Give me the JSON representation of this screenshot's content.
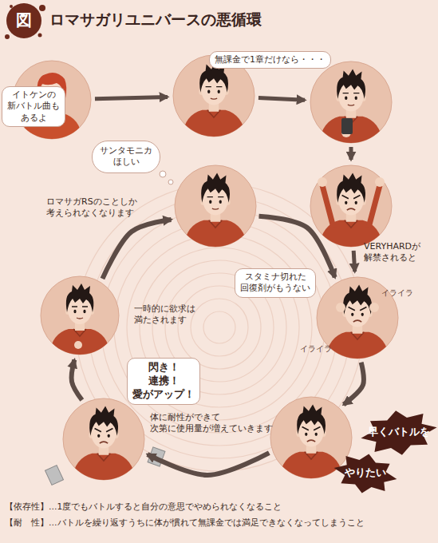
{
  "diagram": {
    "title": "ロマサガリユニバースの悪循環",
    "nodes": [
      {
        "text": [
          "イトケンの 新バトル曲も あるよ"
        ]
      },
      {
        "text": [
          "無課金で1章だけなら・・・"
        ]
      },
      {
        "text": []
      },
      {
        "text": [
          "サンタモニカ ほしい",
          "ロマサガRSのことしか 考えられなくなります"
        ]
      },
      {
        "text": [
          "VERYHARDが 解禁されると"
        ]
      },
      {
        "text": [
          "スタミナ切れた 回復剤がもうない"
        ]
      },
      {
        "text": [
          "一時的に欲求は 満たされます"
        ]
      },
      {
        "text": [
          "閃き！ 連携！ 愛がアップ！"
        ]
      },
      {
        "text": [
          "早くバトルを",
          "やりたい"
        ]
      }
    ],
    "edges": [
      {
        "from": 0,
        "to": 1,
        "arrow": "to"
      },
      {
        "from": 1,
        "to": 2,
        "arrow": "to"
      },
      {
        "from": 2,
        "to": 4,
        "arrow": "to"
      },
      {
        "from": 4,
        "to": 5,
        "arrow": "to"
      },
      {
        "from": 3,
        "to": 5,
        "arrow": "to"
      },
      {
        "from": 5,
        "to": 8,
        "arrow": "to"
      },
      {
        "from": 8,
        "to": 7,
        "label": "体に耐性ができて 次第に使用量が増えていきます",
        "arrow": "to"
      },
      {
        "from": 7,
        "to": 6,
        "arrow": "to"
      },
      {
        "from": 6,
        "to": 3,
        "arrow": "to"
      }
    ],
    "labels": [
      "図",
      "イライラ",
      "イライラ",
      "【依存性】…1度でもバトルすると自分の意思でやめられなくなること",
      "【耐　性】…バトルを繰り返すうちに体が慣れて無課金では満足できなくなってしまうこと"
    ]
  }
}
